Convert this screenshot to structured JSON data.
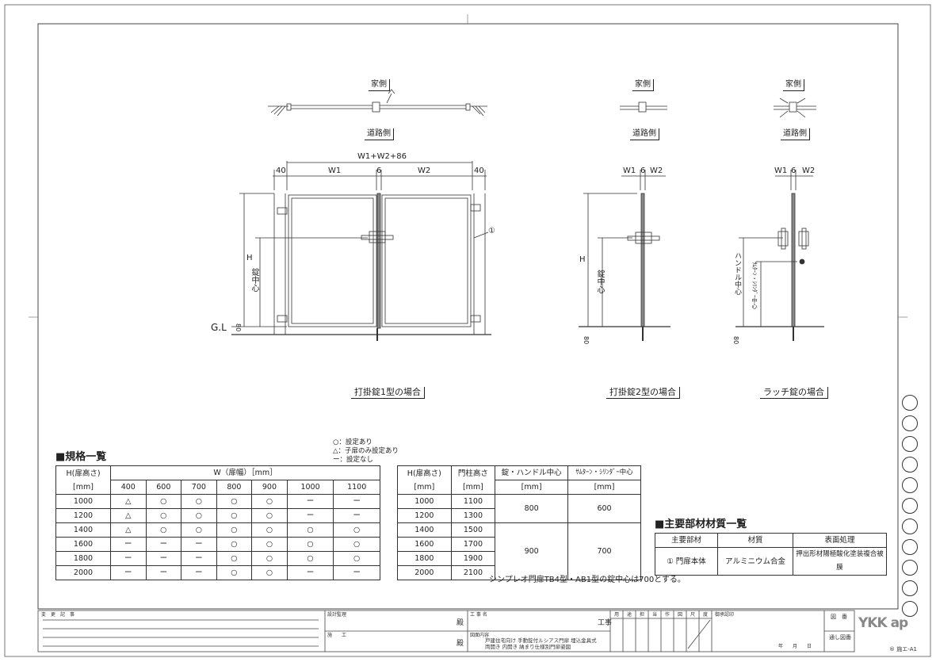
{
  "drawing1": {
    "house_side": "家側",
    "road_side": "道路側",
    "total_width": "W1+W2+86",
    "post_left": "40",
    "w1": "W1",
    "center": "6",
    "w2": "W2",
    "post_right": "40",
    "height": "H",
    "lock_center": "錠中心",
    "gl": "G.L",
    "dim80": "80",
    "part_marker": "①",
    "caption": "打掛錠1型の場合"
  },
  "drawing2": {
    "house_side": "家側",
    "road_side": "道路側",
    "w1": "W1",
    "center": "6",
    "w2": "W2",
    "height": "H",
    "lock_center": "錠中心",
    "dim80": "80",
    "caption": "打掛錠2型の場合"
  },
  "drawing3": {
    "house_side": "家側",
    "road_side": "道路側",
    "w1": "W1",
    "center": "6",
    "w2": "W2",
    "handle_center": "ハンドル中心",
    "thumbturn_center": "ｻﾑﾀｰﾝ・ｼﾘﾝﾀﾞｰ中心",
    "dim80": "80",
    "caption": "ラッチ錠の場合"
  },
  "spec": {
    "heading": "■規格一覧",
    "legend": [
      "○：設定あり",
      "△：子扉のみ設定あり",
      "ー：設定なし"
    ],
    "w_header": "W（扉幅）［mm］",
    "h_header": "H(扉高さ)[mm]",
    "widths": [
      "400",
      "600",
      "700",
      "800",
      "900",
      "1000",
      "1100"
    ],
    "rows": [
      {
        "h": "1000",
        "cells": [
          "△",
          "○",
          "○",
          "○",
          "○",
          "ー",
          "ー"
        ]
      },
      {
        "h": "1200",
        "cells": [
          "△",
          "○",
          "○",
          "○",
          "○",
          "ー",
          "ー"
        ]
      },
      {
        "h": "1400",
        "cells": [
          "△",
          "○",
          "○",
          "○",
          "○",
          "○",
          "○"
        ]
      },
      {
        "h": "1600",
        "cells": [
          "ー",
          "ー",
          "ー",
          "○",
          "○",
          "○",
          "○"
        ]
      },
      {
        "h": "1800",
        "cells": [
          "ー",
          "ー",
          "ー",
          "○",
          "○",
          "○",
          "○"
        ]
      },
      {
        "h": "2000",
        "cells": [
          "ー",
          "ー",
          "ー",
          "○",
          "○",
          "ー",
          "ー"
        ]
      }
    ]
  },
  "post": {
    "h_header": "H(扉高さ)[mm]",
    "post_header": "門柱高さ[mm]",
    "lock_header": "錠・ハンドル中心",
    "lock_unit": "[mm]",
    "thumb_header": "ｻﾑﾀｰﾝ・ｼﾘﾝﾀﾞｰ中心",
    "thumb_unit": "[mm]",
    "rows": [
      {
        "h": "1000",
        "post": "1100"
      },
      {
        "h": "1200",
        "post": "1300"
      },
      {
        "h": "1400",
        "post": "1500"
      },
      {
        "h": "1600",
        "post": "1700"
      },
      {
        "h": "1800",
        "post": "1900"
      },
      {
        "h": "2000",
        "post": "2100"
      }
    ],
    "group1_lock": "800",
    "group1_thumb": "600",
    "group2_lock": "900",
    "group2_thumb": "700",
    "note": "シンプレオ門扉TB4型・AB1型の錠中心は700とする。"
  },
  "material": {
    "heading": "■主要部材材質一覧",
    "headers": [
      "主要部材",
      "材質",
      "表面処理"
    ],
    "row": [
      "① 門扉本体",
      "アルミニウム合金",
      "押出形材陽極酸化塗装複合被膜"
    ]
  },
  "title_block": {
    "revision": "変　更　記　事",
    "design": "設計監理",
    "construction": "施　　工",
    "dono1": "殿",
    "dono2": "殿",
    "project_label": "工 事 名",
    "project_suffix": "工事",
    "content_label": "図面内容",
    "content_line1": "戸建住宅向け 手動錠付ルシアス門扉 埋込金具式",
    "content_line2": "両開き 内開き 納まり仕様別門扉姿図",
    "stamps": [
      "用",
      "途",
      "担",
      "当",
      "作",
      "図",
      "尺",
      "度"
    ],
    "approval": "御承認印",
    "date": "年　　月　　日",
    "drawing_no": "図　番",
    "serial_no": "通し図番",
    "brand": "YKK ap",
    "sheet": "® 施エ-A1"
  }
}
